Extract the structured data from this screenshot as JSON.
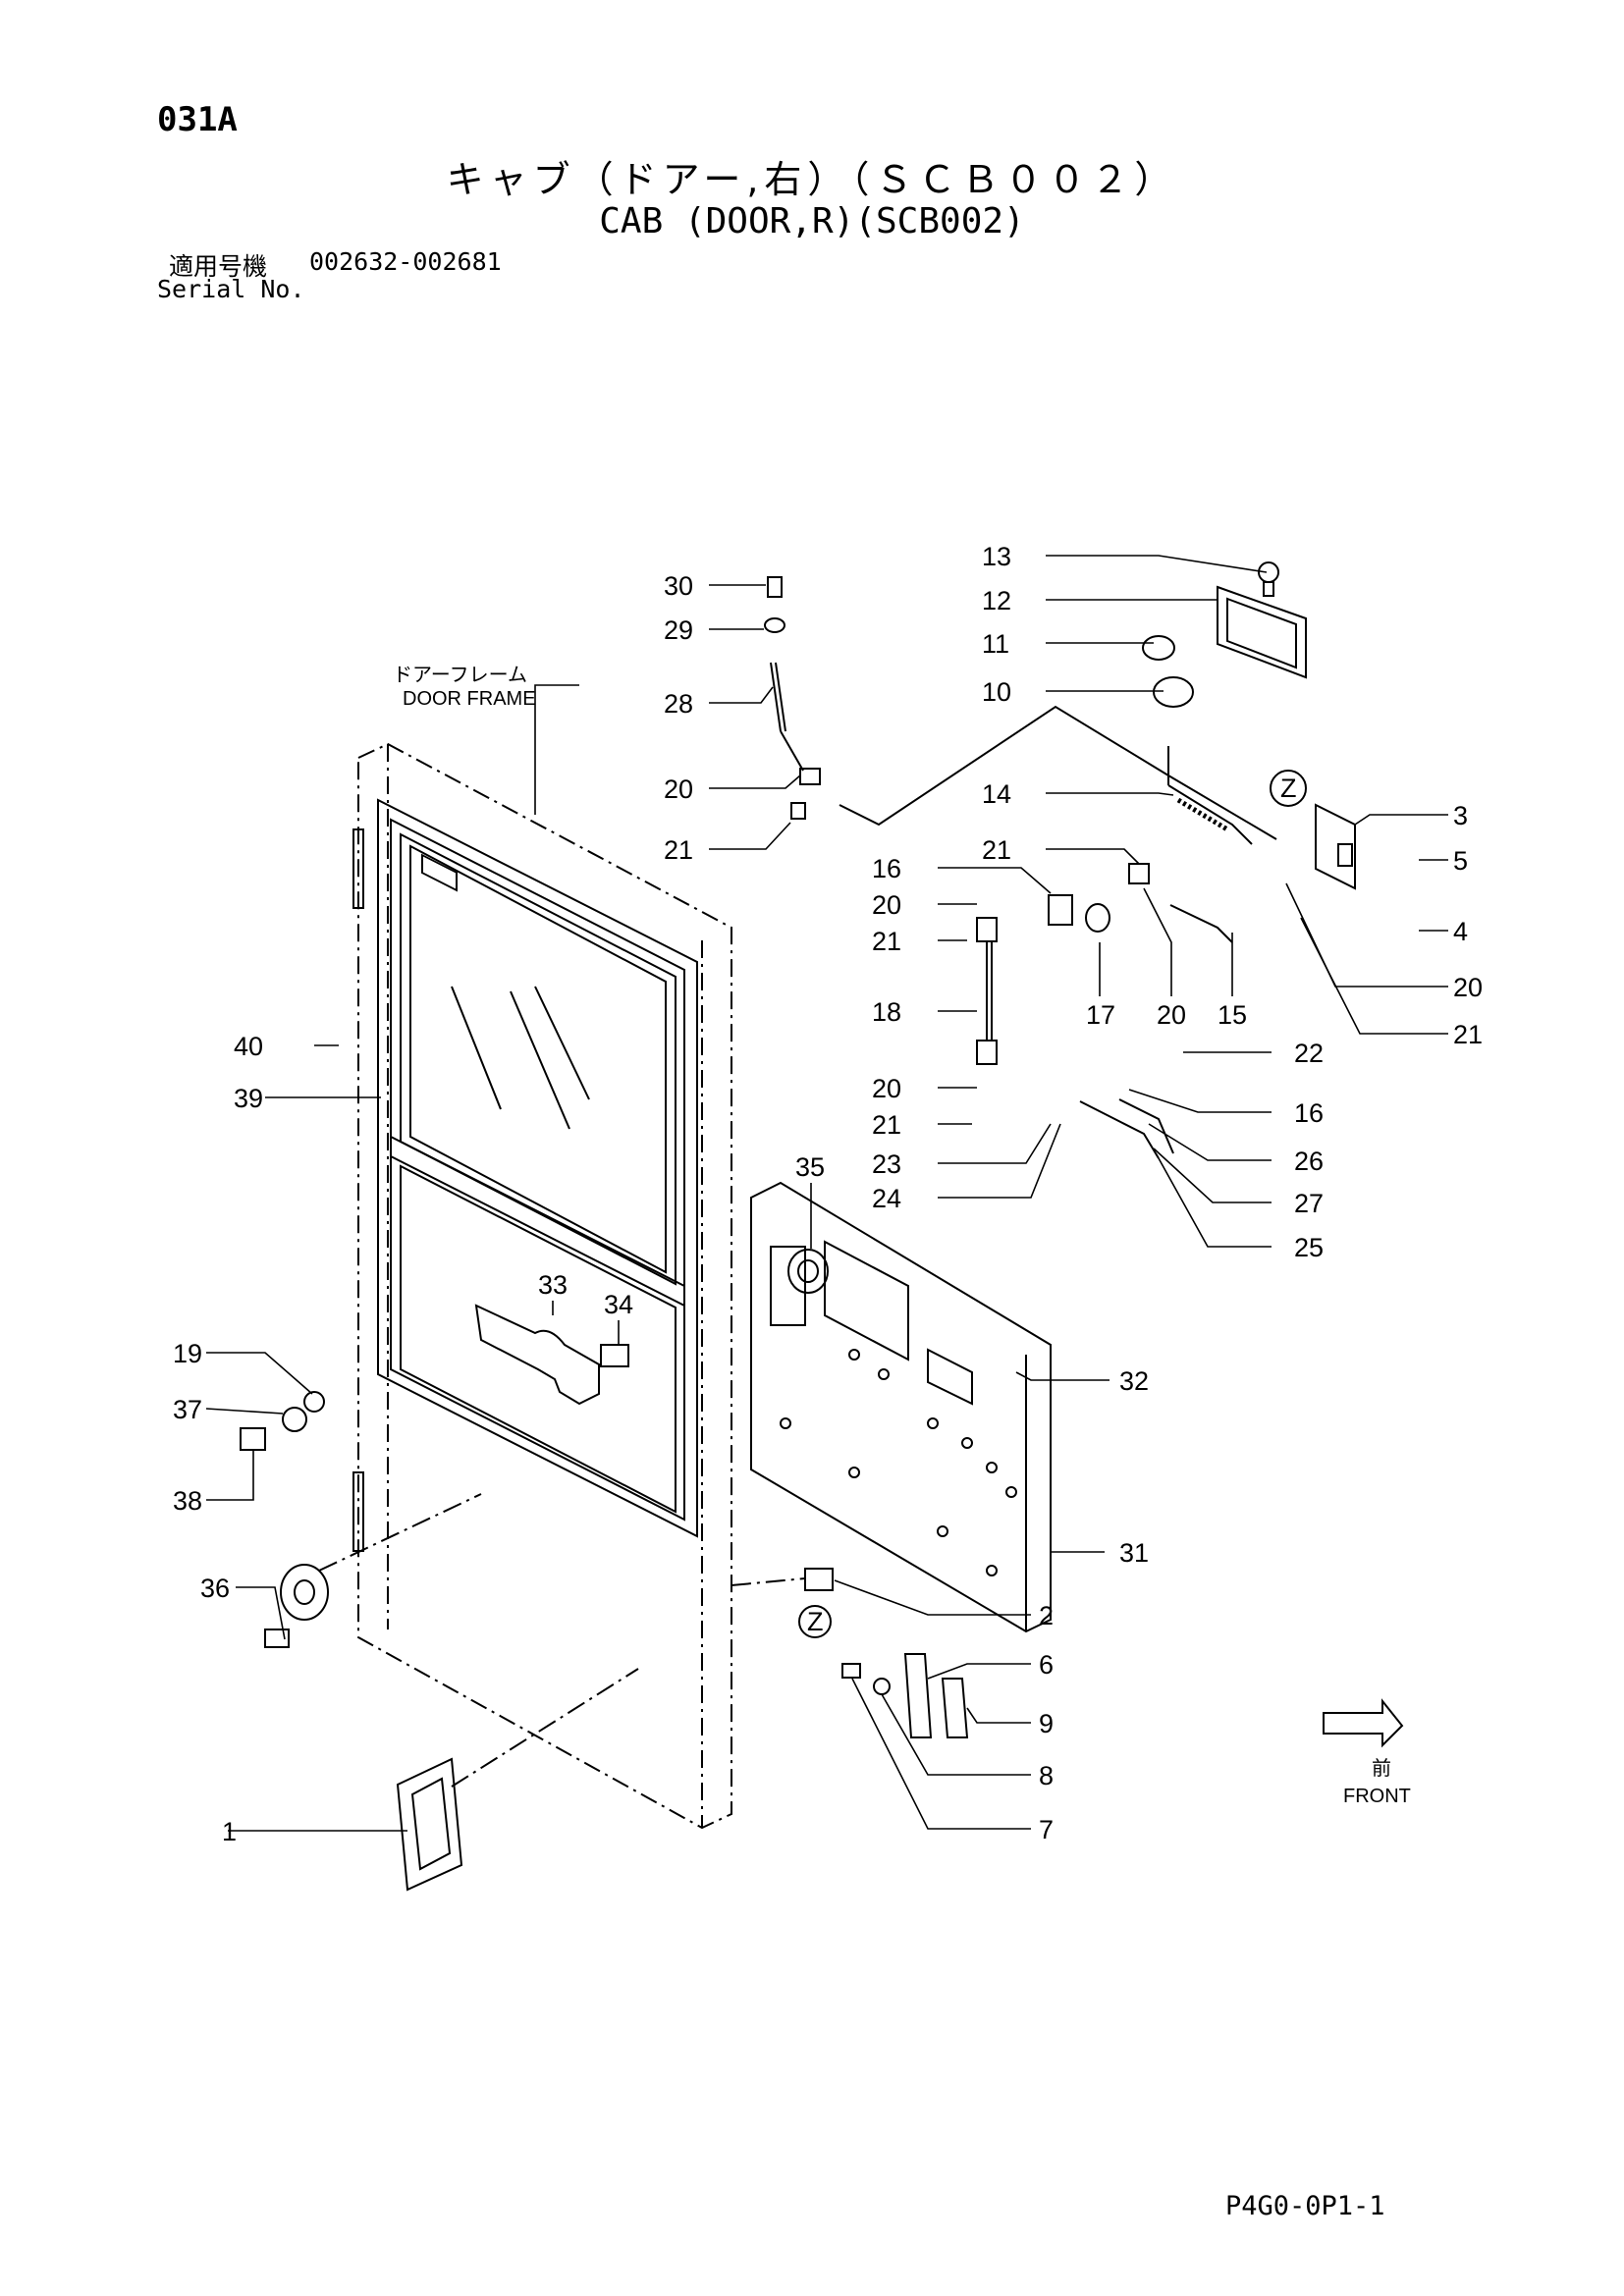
{
  "header": {
    "page_code": "031A",
    "title_ja": "キャブ（ドアー,右）（ＳＣＢ００２）",
    "title_en": "CAB (DOOR,R)(SCB002)",
    "serial_label_ja": "適用号機",
    "serial_range": "002632-002681",
    "serial_label_en": "Serial No."
  },
  "diagram": {
    "door_frame_ja": "ドアーフレーム",
    "door_frame_en": "DOOR FRAME",
    "front_ja": "前",
    "front_en": "FRONT",
    "zone_marker": "Z",
    "callouts": [
      "30",
      "29",
      "28",
      "20",
      "21",
      "13",
      "12",
      "11",
      "10",
      "14",
      "3",
      "5",
      "4",
      "20",
      "21",
      "21",
      "16",
      "20",
      "21",
      "17",
      "20",
      "15",
      "18",
      "20",
      "21",
      "22",
      "16",
      "23",
      "26",
      "24",
      "27",
      "25",
      "35",
      "40",
      "39",
      "33",
      "34",
      "32",
      "31",
      "19",
      "37",
      "38",
      "36",
      "2",
      "6",
      "9",
      "8",
      "7",
      "1"
    ]
  },
  "footer": {
    "sheet_code": "P4G0-0P1-1"
  }
}
